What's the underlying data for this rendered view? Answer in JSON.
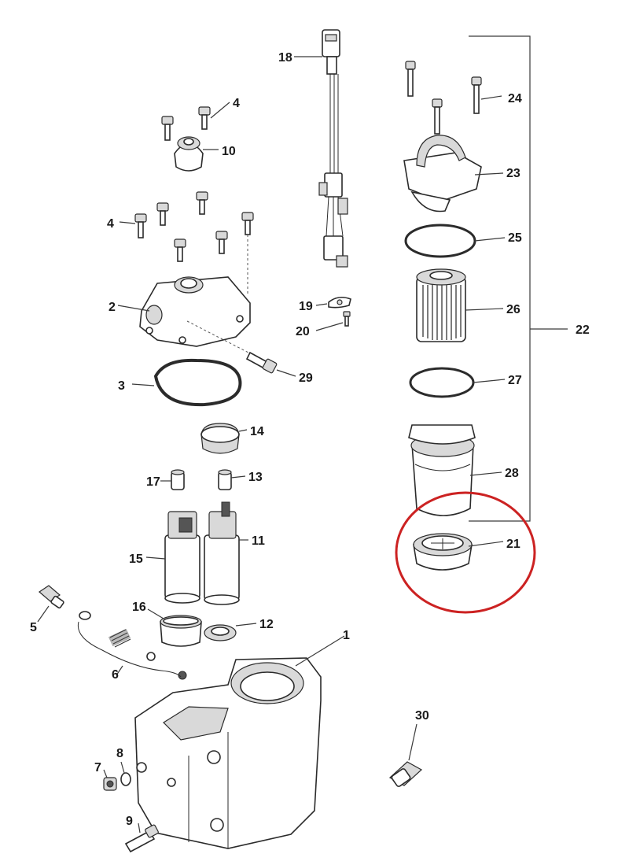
{
  "diagram": {
    "labels": [
      "1",
      "2",
      "3",
      "4",
      "4",
      "5",
      "6",
      "7",
      "8",
      "9",
      "10",
      "11",
      "12",
      "13",
      "14",
      "15",
      "16",
      "17",
      "18",
      "19",
      "20",
      "21",
      "22",
      "23",
      "24",
      "25",
      "26",
      "27",
      "28",
      "29",
      "30"
    ],
    "highlight_color": "#cc2222",
    "highlighted_part": "21"
  }
}
